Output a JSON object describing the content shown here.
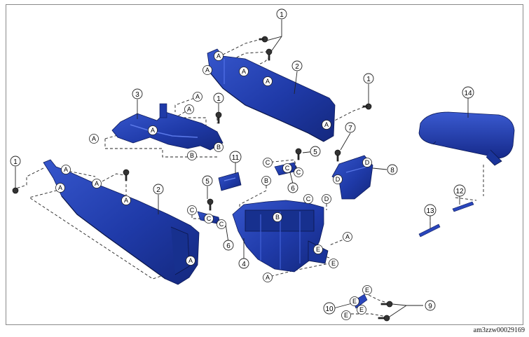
{
  "diagram": {
    "drawing_id": "am3zzw00029169",
    "part_numbers": [
      "1",
      "2",
      "3",
      "4",
      "5",
      "6",
      "7",
      "8",
      "9",
      "10",
      "11",
      "12",
      "13",
      "14"
    ],
    "reference_letters": [
      "A",
      "B",
      "C",
      "D",
      "E"
    ],
    "colors": {
      "part_fill": "#1f3aa8",
      "part_shade": "#142a86",
      "part_highlight": "#3a5ad0",
      "line": "#222222",
      "frame": "#8a8a8a"
    }
  }
}
